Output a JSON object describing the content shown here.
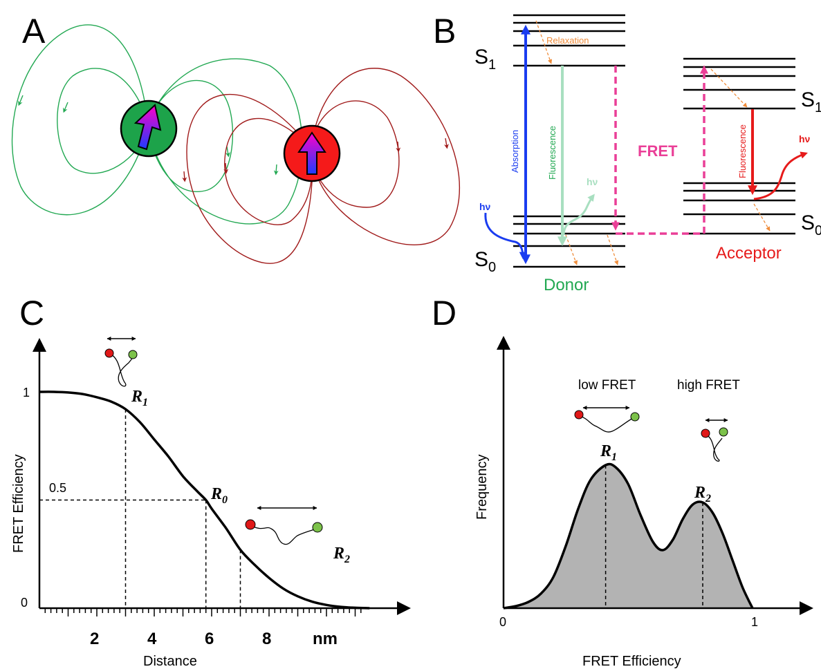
{
  "panels": {
    "a": {
      "letter": "A"
    },
    "b": {
      "letter": "B",
      "s1_donor": "S",
      "s1_donor_sub": "1",
      "s0_donor": "S",
      "s0_donor_sub": "0",
      "s1_acceptor": "S",
      "s1_acceptor_sub": "1",
      "s0_acceptor": "S",
      "s0_acceptor_sub": "0",
      "relaxation": "Relaxation",
      "absorption": "Absorption",
      "fluorescence_donor": "Fluorescence",
      "fluorescence_acceptor": "Fluorescence",
      "fret": "FRET",
      "hv": "hν",
      "donor": "Donor",
      "acceptor": "Acceptor",
      "colors": {
        "absorption": "#1a3cf0",
        "fret": "#ea3f97",
        "relaxation": "#ef8c3a",
        "donor_green": "#22a852",
        "acceptor_red": "#e61a1a",
        "fluor_green": "#a8dfc0"
      }
    },
    "c": {
      "letter": "C",
      "ylabel": "FRET Efficiency",
      "xlabel": "Distance",
      "y_tick_1": "1",
      "y_tick_0": "0",
      "y_tick_half": "0.5",
      "x_ticks": [
        "2",
        "4",
        "6",
        "8"
      ],
      "x_unit": "nm",
      "r1": "R",
      "r1_sub": "1",
      "r0": "R",
      "r0_sub": "0",
      "r2": "R",
      "r2_sub": "2"
    },
    "d": {
      "letter": "D",
      "ylabel": "Frequency",
      "xlabel": "FRET Efficiency",
      "x_tick_0": "0",
      "x_tick_1": "1",
      "low": "low FRET",
      "high": "high FRET",
      "r1": "R",
      "r1_sub": "1",
      "r2": "R",
      "r2_sub": "2"
    }
  },
  "chart_data": [
    {
      "type": "line",
      "panel": "C",
      "title": "",
      "xlabel": "Distance",
      "ylabel": "FRET Efficiency",
      "x_unit": "nm",
      "xlim": [
        0,
        12.5
      ],
      "ylim": [
        0,
        1.15
      ],
      "x_ticks": [
        2,
        4,
        6,
        8
      ],
      "y_ticks": [
        0,
        0.5,
        1
      ],
      "R0": 5.8,
      "markers": [
        {
          "label": "R1",
          "x": 3.0,
          "y": 0.92
        },
        {
          "label": "R0",
          "x": 5.8,
          "y": 0.5
        },
        {
          "label": "R2",
          "x": 7.0,
          "y": 0.27
        }
      ],
      "series": [
        {
          "values": [
            [
              0,
              1.0
            ],
            [
              0.5,
              1.0
            ],
            [
              1,
              0.997
            ],
            [
              1.5,
              0.99
            ],
            [
              2,
              0.975
            ],
            [
              2.5,
              0.955
            ],
            [
              3,
              0.92
            ],
            [
              3.5,
              0.86
            ],
            [
              4,
              0.78
            ],
            [
              4.5,
              0.7
            ],
            [
              5,
              0.61
            ],
            [
              5.5,
              0.54
            ],
            [
              5.8,
              0.5
            ],
            [
              6,
              0.46
            ],
            [
              6.5,
              0.37
            ],
            [
              7,
              0.27
            ],
            [
              7.5,
              0.2
            ],
            [
              8,
              0.14
            ],
            [
              8.5,
              0.09
            ],
            [
              9,
              0.055
            ],
            [
              9.5,
              0.03
            ],
            [
              10,
              0.015
            ],
            [
              10.5,
              0.006
            ],
            [
              11,
              0.002
            ],
            [
              11.5,
              0.0
            ]
          ]
        }
      ]
    },
    {
      "type": "area",
      "panel": "D",
      "title": "",
      "xlabel": "FRET Efficiency",
      "ylabel": "Frequency",
      "xlim": [
        0,
        1.15
      ],
      "ylim": [
        0,
        1.0
      ],
      "x_ticks": [
        0,
        1
      ],
      "peaks": [
        {
          "label": "R1",
          "x": 0.41,
          "y": 0.69
        },
        {
          "label": "R2",
          "x": 0.8,
          "y": 0.51
        }
      ],
      "series": [
        {
          "values": [
            [
              0,
              0.0
            ],
            [
              0.05,
              0.01
            ],
            [
              0.1,
              0.03
            ],
            [
              0.15,
              0.07
            ],
            [
              0.2,
              0.15
            ],
            [
              0.25,
              0.3
            ],
            [
              0.3,
              0.48
            ],
            [
              0.35,
              0.62
            ],
            [
              0.41,
              0.69
            ],
            [
              0.45,
              0.68
            ],
            [
              0.5,
              0.6
            ],
            [
              0.55,
              0.45
            ],
            [
              0.6,
              0.32
            ],
            [
              0.64,
              0.28
            ],
            [
              0.68,
              0.33
            ],
            [
              0.72,
              0.43
            ],
            [
              0.76,
              0.5
            ],
            [
              0.8,
              0.51
            ],
            [
              0.84,
              0.46
            ],
            [
              0.88,
              0.36
            ],
            [
              0.92,
              0.23
            ],
            [
              0.96,
              0.1
            ],
            [
              1.0,
              0.0
            ]
          ]
        }
      ]
    }
  ]
}
